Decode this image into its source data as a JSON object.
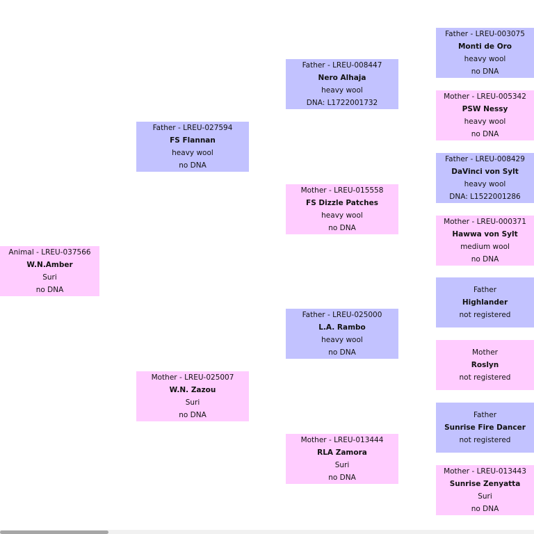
{
  "animal": {
    "role": "Animal - LREU-037566",
    "name": "W.N.Amber",
    "wool": "Suri",
    "dna": "no DNA"
  },
  "g1": {
    "father": {
      "role": "Father - LREU-027594",
      "name": "FS Flannan",
      "wool": "heavy wool",
      "dna": "no DNA"
    },
    "mother": {
      "role": "Mother - LREU-025007",
      "name": "W.N. Zazou",
      "wool": "Suri",
      "dna": "no DNA"
    }
  },
  "g2": [
    {
      "role": "Father - LREU-008447",
      "name": "Nero Alhaja",
      "wool": "heavy wool",
      "dna": "DNA: L1722001732"
    },
    {
      "role": "Mother - LREU-015558",
      "name": "FS Dizzle Patches",
      "wool": "heavy wool",
      "dna": "no DNA"
    },
    {
      "role": "Father - LREU-025000",
      "name": "L.A. Rambo",
      "wool": "heavy wool",
      "dna": "no DNA"
    },
    {
      "role": "Mother - LREU-013444",
      "name": "RLA Zamora",
      "wool": "Suri",
      "dna": "no DNA"
    }
  ],
  "g3": [
    {
      "role": "Father - LREU-003075",
      "name": "Monti de Oro",
      "wool": "heavy wool",
      "dna": "no DNA"
    },
    {
      "role": "Mother - LREU-005342",
      "name": "PSW Nessy",
      "wool": "heavy wool",
      "dna": "no DNA"
    },
    {
      "role": "Father - LREU-008429",
      "name": "DaVinci von Sylt",
      "wool": "heavy wool",
      "dna": "DNA: L1522001286"
    },
    {
      "role": "Mother - LREU-000371",
      "name": "Hawwa von Sylt",
      "wool": "medium wool",
      "dna": "no DNA"
    },
    {
      "role": "Father",
      "name": "Highlander",
      "status": "not registered"
    },
    {
      "role": "Mother",
      "name": "Roslyn",
      "status": "not registered"
    },
    {
      "role": "Father",
      "name": "Sunrise Fire Dancer",
      "status": "not registered"
    },
    {
      "role": "Mother - LREU-013443",
      "name": "Sunrise Zenyatta",
      "wool": "Suri",
      "dna": "no DNA"
    }
  ]
}
